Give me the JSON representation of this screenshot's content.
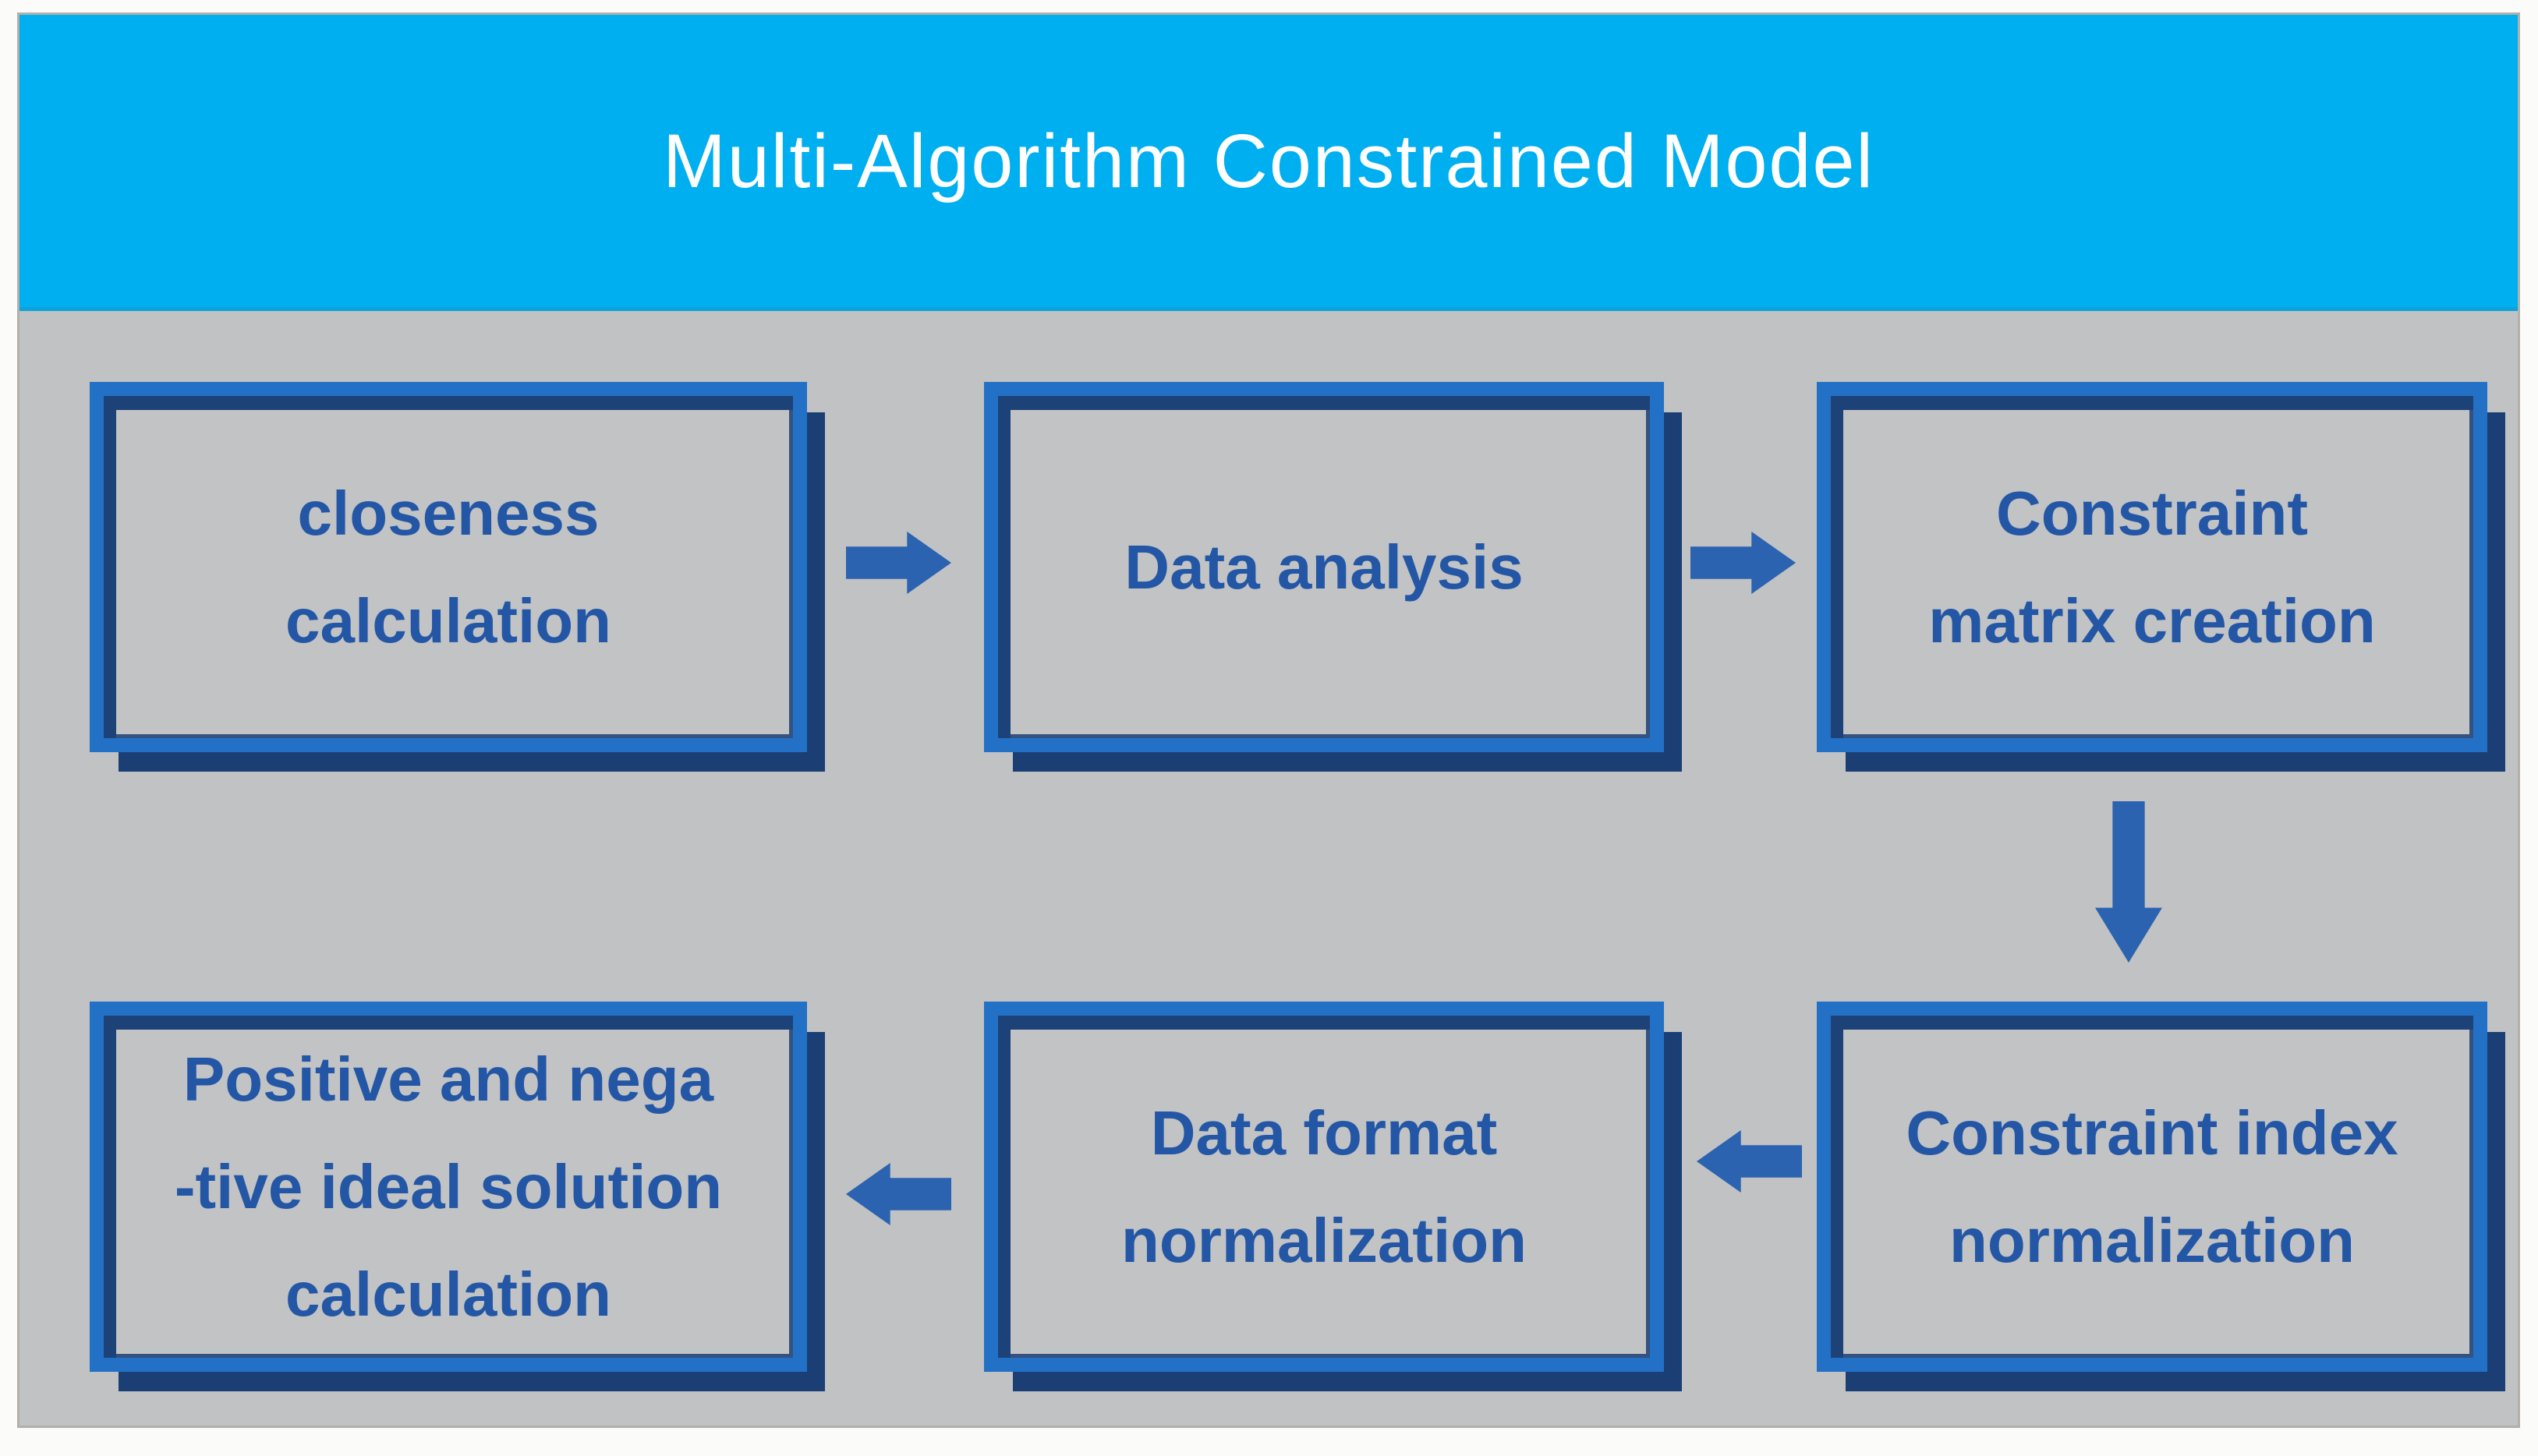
{
  "title": "Multi-Algorithm Constrained Model",
  "colors": {
    "header_bg": "#00aff0",
    "title_text": "#ffffff",
    "canvas_bg": "#c0c2c3",
    "box_frame_blue": "#2371c6",
    "box_bevel_navy": "#1b3e74",
    "label_text_blue": "#2456a6",
    "arrow_blue": "#2b63b0"
  },
  "boxes": [
    {
      "id": "closeness-calculation",
      "lines": [
        "closeness",
        "calculation"
      ]
    },
    {
      "id": "data-analysis",
      "lines": [
        "Data analysis"
      ]
    },
    {
      "id": "constraint-matrix-creation",
      "lines": [
        "Constraint",
        "matrix creation"
      ]
    },
    {
      "id": "positive-negative-ideal-solution",
      "lines": [
        "Positive and nega",
        "-tive ideal solution",
        "calculation"
      ]
    },
    {
      "id": "data-format-normalization",
      "lines": [
        "Data format",
        "normalization"
      ]
    },
    {
      "id": "constraint-index-normalization",
      "lines": [
        "Constraint index",
        "normalization"
      ]
    }
  ],
  "arrows": [
    {
      "id": "arrow-1",
      "direction": "right",
      "from": "closeness-calculation",
      "to": "data-analysis"
    },
    {
      "id": "arrow-2",
      "direction": "right",
      "from": "data-analysis",
      "to": "constraint-matrix-creation"
    },
    {
      "id": "arrow-3",
      "direction": "down",
      "from": "constraint-matrix-creation",
      "to": "constraint-index-normalization"
    },
    {
      "id": "arrow-4",
      "direction": "left",
      "from": "constraint-index-normalization",
      "to": "data-format-normalization"
    },
    {
      "id": "arrow-5",
      "direction": "left",
      "from": "data-format-normalization",
      "to": "positive-negative-ideal-solution"
    }
  ]
}
